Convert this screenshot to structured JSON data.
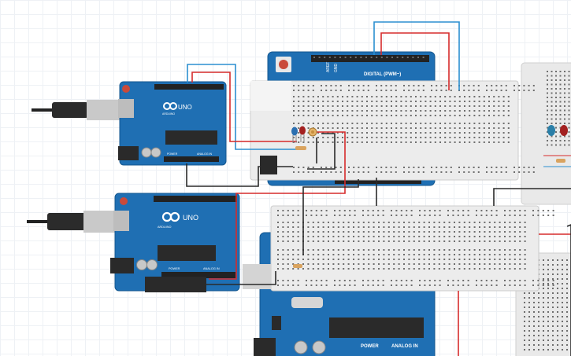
{
  "canvas": {
    "background": "#ffffff",
    "grid_color": "#eef1f5"
  },
  "colors": {
    "arduino": "#1f6fb3",
    "arduino_dark": "#17558a",
    "breadboard": "#ededed",
    "wire_red": "#d62b2b",
    "wire_blue": "#2b8fd0",
    "wire_black": "#2a2a2a"
  },
  "boards": [
    {
      "id": "uno-1",
      "brand": "ARDUINO",
      "model": "UNO",
      "headers": [
        "DIGITAL (PWM~)",
        "POWER",
        "ANALOG IN"
      ]
    },
    {
      "id": "uno-2",
      "brand": "ARDUINO",
      "model": "UNO",
      "headers": [
        "DIGITAL (PWM~)",
        "POWER",
        "ANALOG IN"
      ]
    },
    {
      "id": "uno-3",
      "brand": "",
      "model": "UNO",
      "headers": [
        "DIGITAL (PWM~)",
        "AREF",
        "GND"
      ]
    },
    {
      "id": "uno-4",
      "brand": "",
      "model": "",
      "headers": [
        "POWER",
        "ANALOG IN"
      ]
    }
  ],
  "components": [
    {
      "type": "led",
      "color": "blue"
    },
    {
      "type": "led",
      "color": "red"
    },
    {
      "type": "potentiometer"
    },
    {
      "type": "resistor"
    }
  ]
}
